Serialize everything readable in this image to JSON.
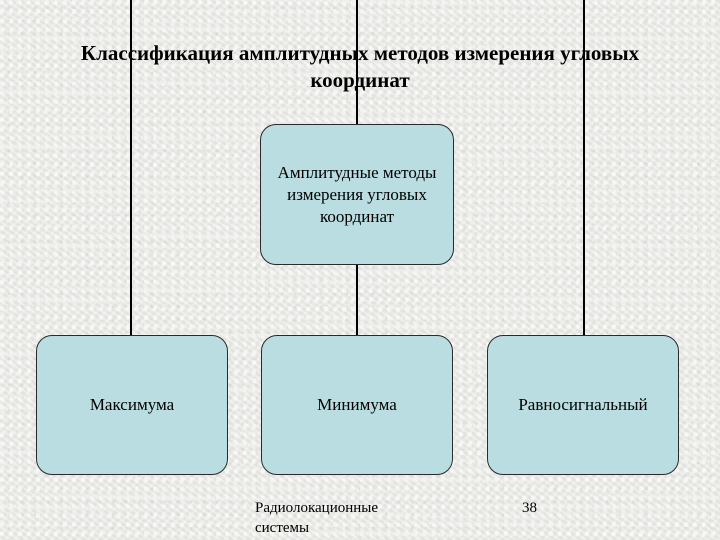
{
  "slide": {
    "title": "Классификация амплитудных методов измерения угловых координат",
    "root_node": "Амплитудные методы измерения угловых координат",
    "children": [
      "Максимума",
      "Минимума",
      "Равносигнальный"
    ],
    "footer": "Радиолокационные системы",
    "page_number": "38"
  },
  "colors": {
    "node_fill": "#b9dde0",
    "node_border": "#2a2a2a",
    "connector": "#000000"
  }
}
